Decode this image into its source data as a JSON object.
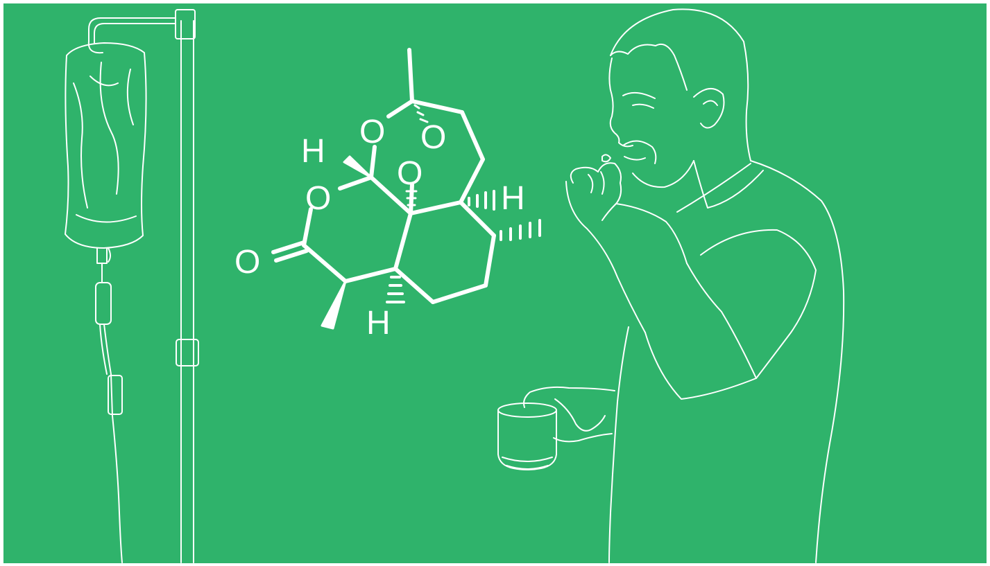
{
  "colors": {
    "background": "#2fb36b",
    "line": "#ffffff"
  },
  "illustration": {
    "iv_drip": "iv-drip-stand-icon",
    "person": "man-taking-pill-icon",
    "mug": "mug-icon"
  },
  "molecule": {
    "atom_labels": {
      "o_top_left": "O",
      "o_top_right": "O",
      "o_center": "O",
      "o_ring_left": "O",
      "o_carbonyl": "O",
      "h_top": "H",
      "h_right": "H",
      "h_bottom": "H"
    }
  }
}
